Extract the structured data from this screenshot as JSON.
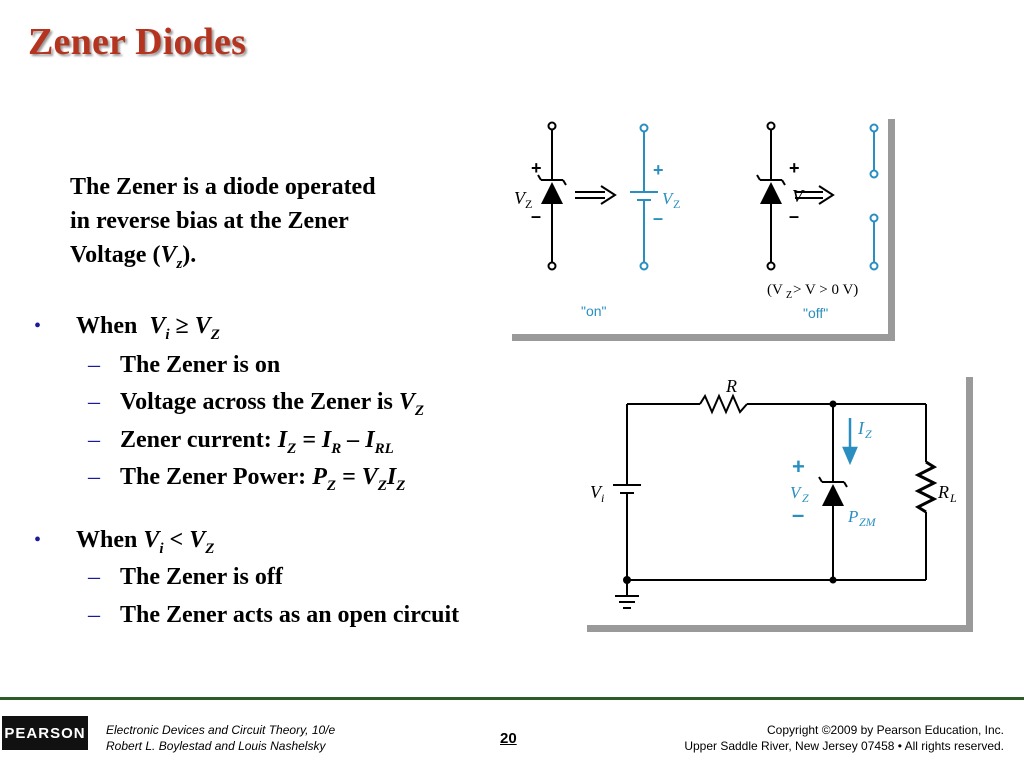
{
  "slide": {
    "title": "Zener Diodes",
    "intro_line1": "The Zener is a diode operated",
    "intro_line2": "in reverse bias at the Zener",
    "intro_pre": "Voltage (",
    "intro_var": "V",
    "intro_sub": "z",
    "intro_post": ").",
    "bullet1": {
      "when": "When",
      "cond_a": "V",
      "cond_a_sub": "i",
      "cond_op": "≥",
      "cond_b": "V",
      "cond_b_sub": "Z",
      "sub1": "The Zener is on",
      "sub2_text": "Voltage across the Zener is",
      "sub2_var": "V",
      "sub2_sub": "Z",
      "sub3_text": "Zener current:",
      "sub3_eq": "I",
      "sub3_eq_sub": "Z",
      "sub3_eq2": "= I",
      "sub3_eq2_sub": "R",
      "sub3_eq3": "– I",
      "sub3_eq3_sub": "RL",
      "sub4_text": "The Zener Power:",
      "sub4_p": "P",
      "sub4_p_sub": "Z",
      "sub4_eq": "= V",
      "sub4_eq_sub": "Z",
      "sub4_i": "I",
      "sub4_i_sub": "Z"
    },
    "bullet2": {
      "when": "When",
      "cond_a": "V",
      "cond_a_sub": "i",
      "cond_op": "<",
      "cond_b": "V",
      "cond_b_sub": "Z",
      "sub1": "The Zener is off",
      "sub2": "The Zener acts as an open circuit"
    }
  },
  "figure_top": {
    "plus": "+",
    "minus": "–",
    "vz_label": "V",
    "vz_sub": "Z",
    "v_label": "V",
    "condition": "(V",
    "condition_sub": "Z",
    "condition_rest": " > V > 0 V)",
    "on_label": "\"on\"",
    "off_label": "\"off\"",
    "accent_color": "#2a8fc0"
  },
  "figure_bottom": {
    "r_label": "R",
    "iz_label": "I",
    "iz_sub": "Z",
    "vi_label": "V",
    "vi_sub": "i",
    "vz_label": "V",
    "vz_sub": "Z",
    "plus": "+",
    "minus": "–",
    "rl_label": "R",
    "rl_sub": "L",
    "pzm_label": "P",
    "pzm_sub": "ZM",
    "accent_color": "#2a8fc0"
  },
  "footer": {
    "logo": "PEARSON",
    "book_line1": "Electronic Devices and Circuit Theory, 10/e",
    "book_line2": "Robert L. Boylestad and Louis Nashelsky",
    "page": "20",
    "copyright_line1": "Copyright ©2009 by Pearson Education, Inc.",
    "copyright_line2": "Upper Saddle River, New Jersey 07458 • All rights reserved."
  }
}
